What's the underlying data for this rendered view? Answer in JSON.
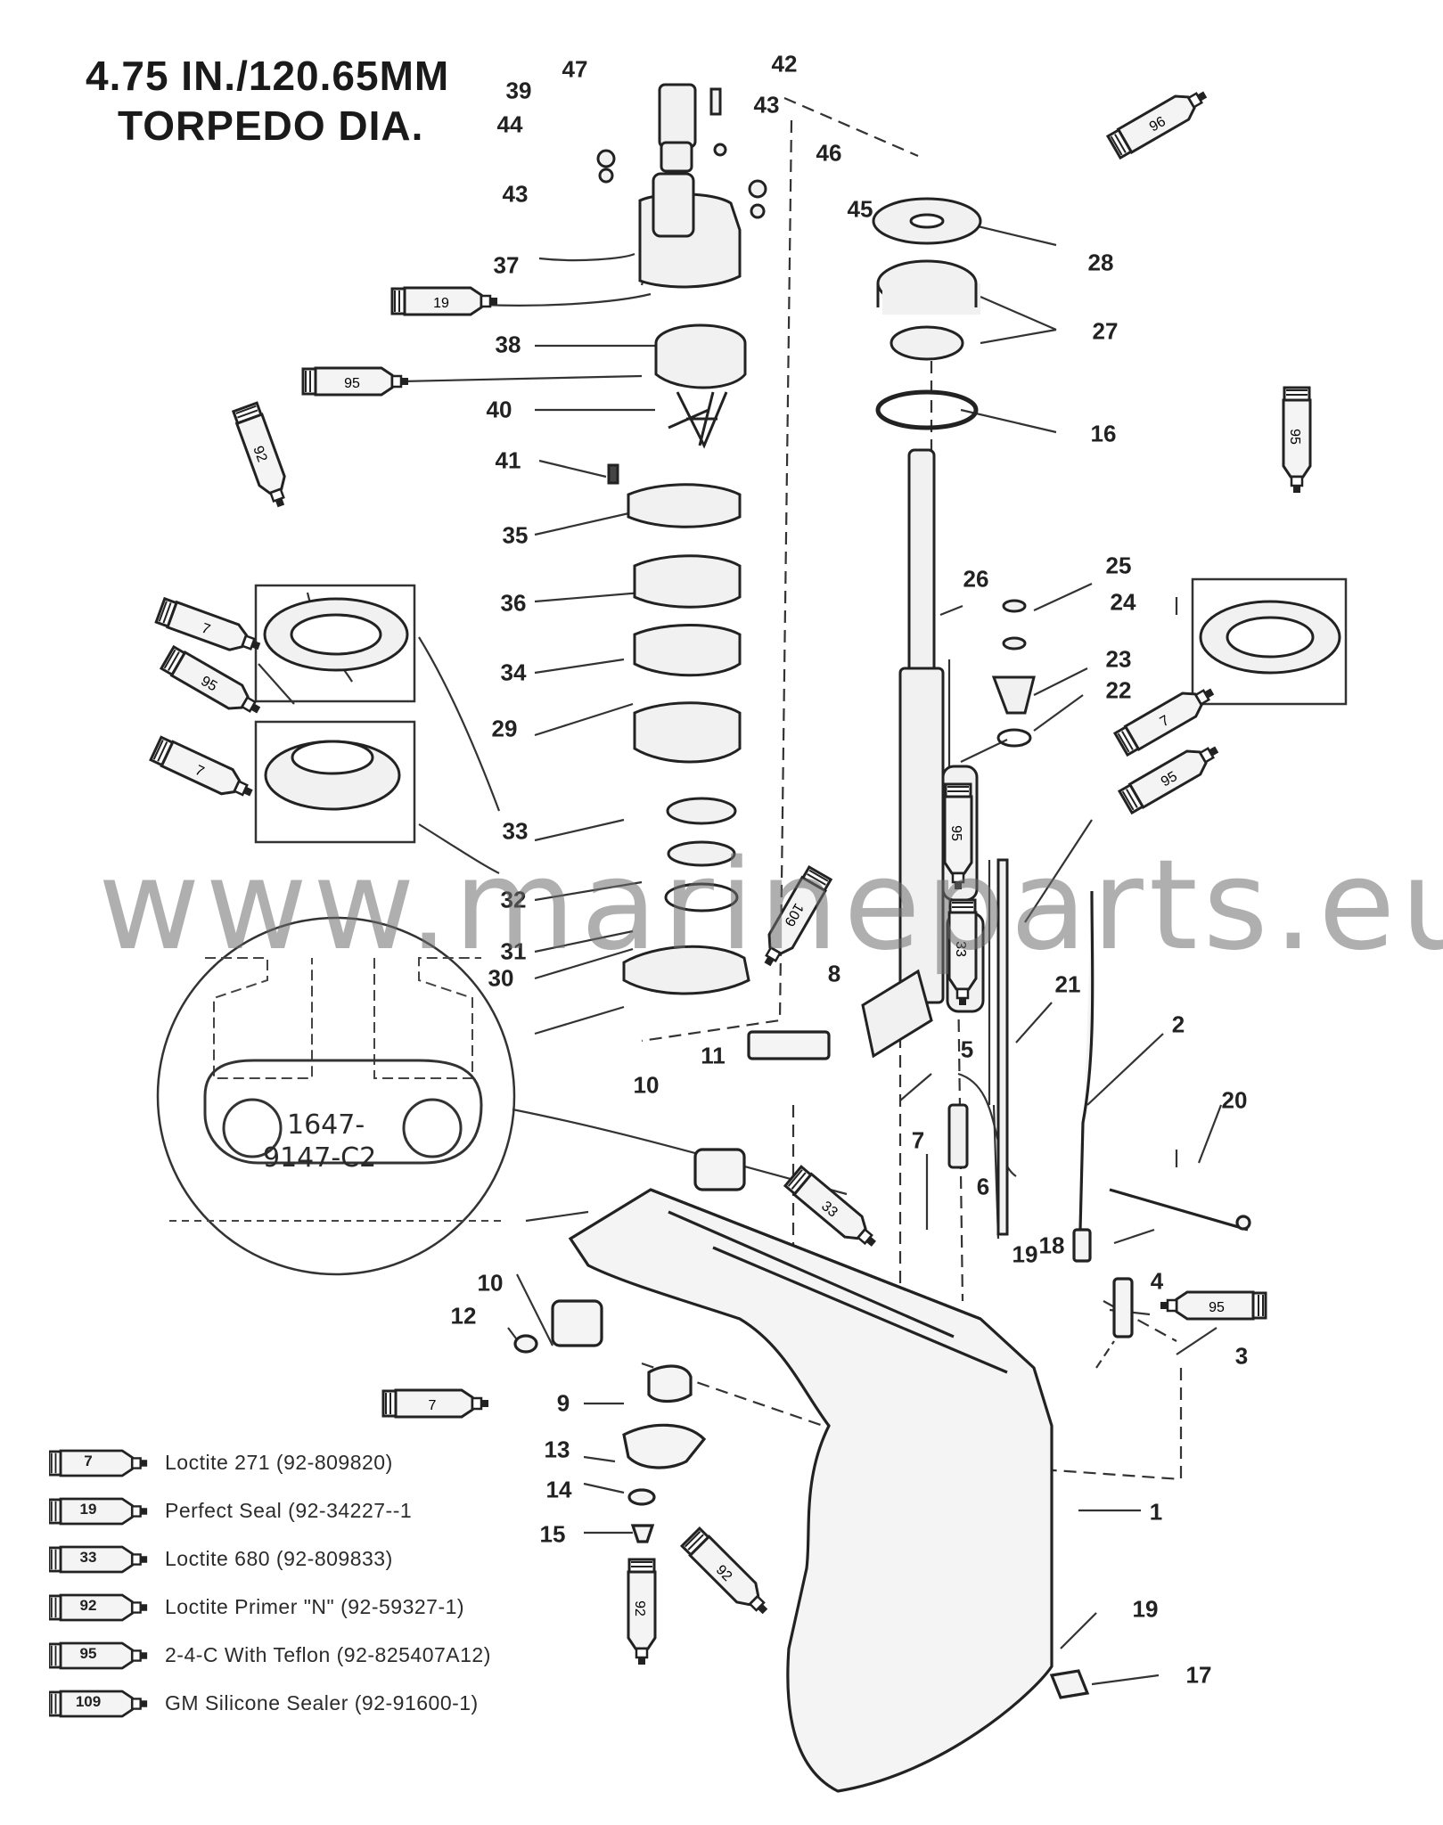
{
  "title": {
    "line1": "4.75 IN./120.65MM",
    "line2": "TORPEDO DIA."
  },
  "watermark": "www.marineparts.eu",
  "detail_callout": {
    "line1": "1647-",
    "line2": "9147-C2"
  },
  "part_numbers": [
    "47",
    "42",
    "39",
    "43",
    "44",
    "46",
    "43",
    "45",
    "37",
    "38",
    "40",
    "41",
    "35",
    "36",
    "34",
    "29",
    "33",
    "32",
    "31",
    "30",
    "28",
    "27",
    "16",
    "26",
    "25",
    "24",
    "23",
    "22",
    "8",
    "11",
    "10",
    "5",
    "7",
    "21",
    "2",
    "20",
    "6",
    "19",
    "18",
    "4",
    "10",
    "12",
    "9",
    "13",
    "14",
    "15",
    "3",
    "1",
    "19",
    "17"
  ],
  "tube_labels": [
    "96",
    "19",
    "95",
    "92",
    "7",
    "95",
    "7",
    "95",
    "7",
    "95",
    "95",
    "109",
    "33",
    "33",
    "95",
    "7",
    "92"
  ],
  "legend": [
    {
      "code": "7",
      "text": "Loctite 271 (92-809820)"
    },
    {
      "code": "19",
      "text": "Perfect Seal (92-34227--1"
    },
    {
      "code": "33",
      "text": "Loctite 680 (92-809833)"
    },
    {
      "code": "92",
      "text": "Loctite Primer \"N\" (92-59327-1)"
    },
    {
      "code": "95",
      "text": "2-4-C  With Teflon (92-825407A12)"
    },
    {
      "code": "109",
      "text": "GM Silicone Sealer (92-91600-1)"
    }
  ],
  "colors": {
    "ink": "#222222",
    "watermark": "#6e6e6e",
    "paper": "#ffffff"
  }
}
